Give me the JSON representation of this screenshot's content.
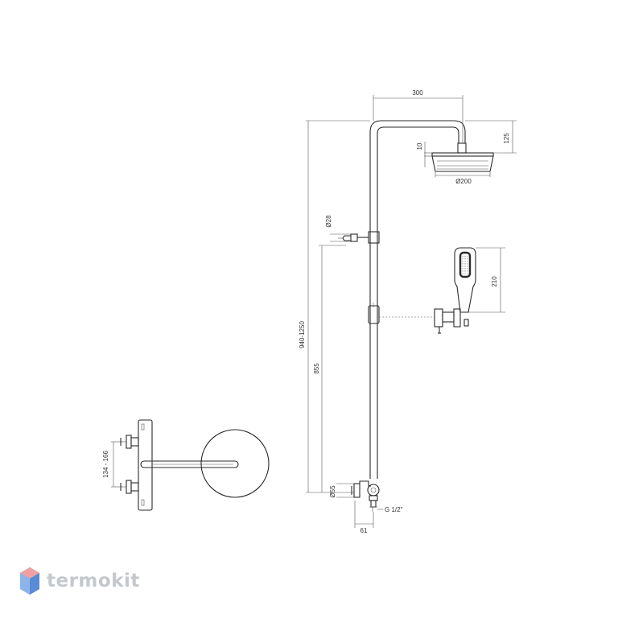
{
  "dimensions": {
    "head_width": "300",
    "head_drop": "125",
    "head_thickness": "10",
    "head_diameter": "Ø200",
    "arm_diameter": "Ø28",
    "total_height": "940-1250",
    "hand_length": "210",
    "outlet_height": "855",
    "body_diameter": "Ø55",
    "thread": "G 1/2\"",
    "offset": "61",
    "spacing": "134 - 166"
  },
  "watermark": {
    "text": "termokit",
    "color": "#c4c8cc"
  }
}
